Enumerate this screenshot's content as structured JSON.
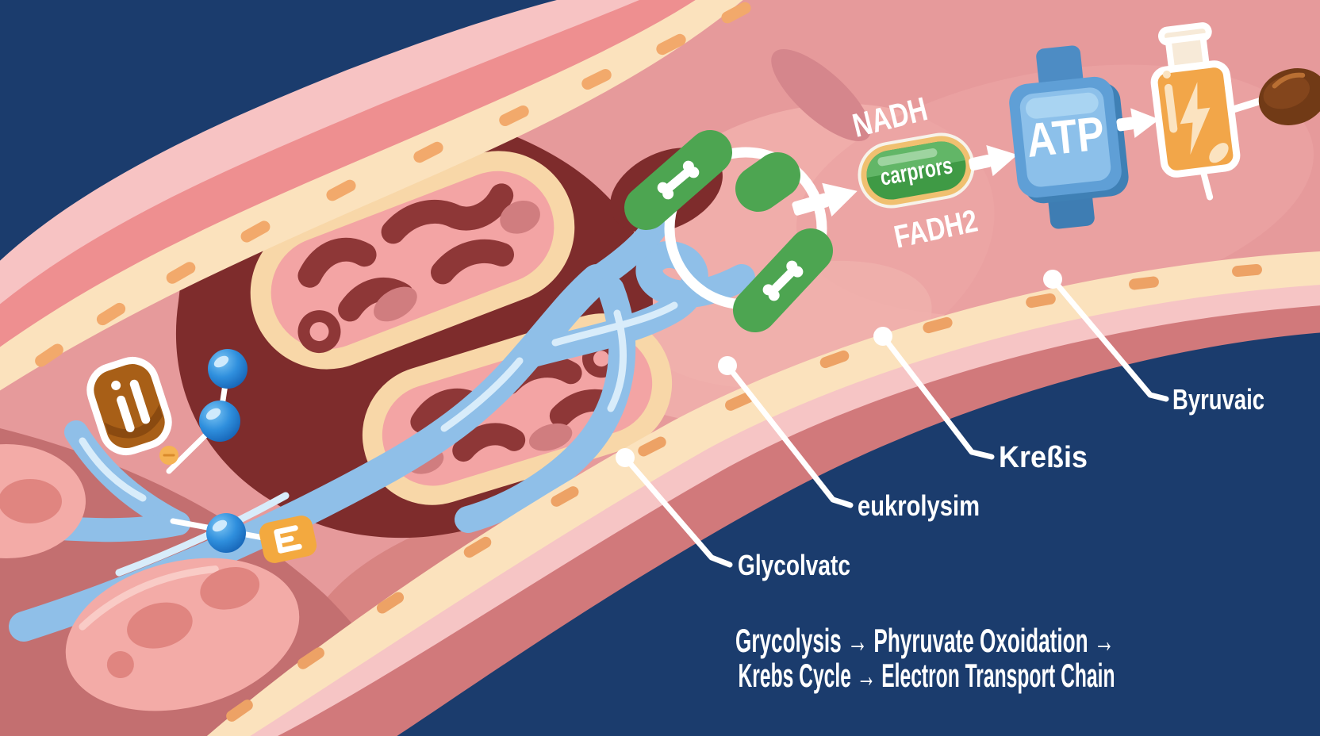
{
  "molecules": {
    "nadh": "NADH",
    "fadh2": "FADH2",
    "carriers": "carprors",
    "atp": "ATP"
  },
  "callouts": [
    {
      "label": "Glycolvatc"
    },
    {
      "label": "eukrolysim"
    },
    {
      "label": "Kreßis"
    },
    {
      "label": "Byruvaic"
    }
  ],
  "caption": {
    "line1": "Grycolysis → Phyruvate Oxoidation →",
    "line2": "Krebs Cycle → Electron Transport Chain"
  },
  "colors": {
    "background_navy": "#1b3c6d",
    "vessel_interior_pink": "#e69a9b",
    "wall_cream": "#fbe2bd",
    "wall_salmon": "#ee8f90",
    "wall_light_pink": "#f7c3c3",
    "dash_orange": "#f2a96b",
    "mito_outer_cream": "#f8d7a8",
    "mito_inner_pink": "#f3a4a4",
    "cristae_maroon": "#8e3737",
    "organelle_shadow_maroon": "#7e2c2c",
    "tube_blue": "#8fbfe8",
    "sphere_blue": "#2f8fdd",
    "krebs_green": "#4da551",
    "pill_green": "#3f9a45",
    "pill_border_cream": "#f0c070",
    "atp_blue": "#5f9fd6",
    "battery_orange": "#f2a649",
    "bean_brown": "#713a16",
    "label_white": "#ffffff"
  }
}
